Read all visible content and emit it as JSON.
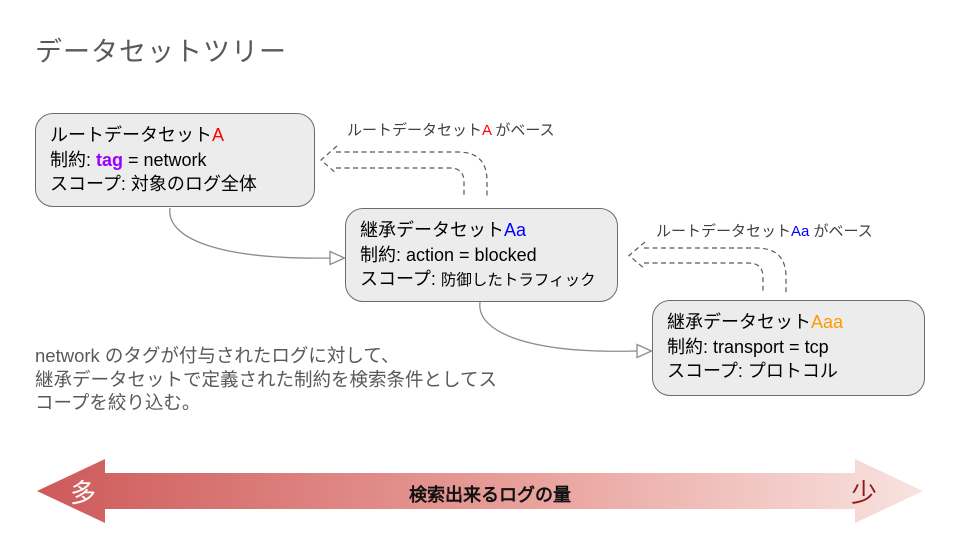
{
  "title": "データセットツリー",
  "boxes": [
    {
      "title_prefix": "ルートデータセット",
      "title_accent": "A",
      "accent_color": "#ff0000",
      "constraint_prefix": "制約: ",
      "constraint_key": "tag",
      "constraint_key_color": "#9900ff",
      "constraint_suffix": " = network",
      "scope_prefix": "スコープ: ",
      "scope_value": "対象のログ全体"
    },
    {
      "title_prefix": "継承データセット",
      "title_accent": "Aa",
      "accent_color": "#0000ff",
      "constraint_prefix": "制約: ",
      "constraint_key": "",
      "constraint_key_color": "#000000",
      "constraint_suffix": "action = blocked",
      "scope_prefix": "スコープ: ",
      "scope_value": "防御したトラフィック"
    },
    {
      "title_prefix": "継承データセット",
      "title_accent": "Aaa",
      "accent_color": "#ff9900",
      "constraint_prefix": "制約: ",
      "constraint_key": "",
      "constraint_key_color": "#000000",
      "constraint_suffix": "transport = tcp",
      "scope_prefix": "スコープ:  ",
      "scope_value": "プロトコル"
    }
  ],
  "base_labels": [
    {
      "prefix": "ルートデータセット",
      "accent": "A",
      "accent_color": "#ff0000",
      "suffix": " がベース"
    },
    {
      "prefix": "ルートデータセット",
      "accent": "Aa",
      "accent_color": "#0000ff",
      "suffix": " がベース"
    }
  ],
  "note": "network のタグが付与されたログに対して、\n継承データセットで定義された制約を検索条件としてス\nコープを絞り込む。",
  "volume_arrow": {
    "left_label": "多",
    "center_label": "検索出来るログの量",
    "right_label": "少",
    "left_label_color": "#ffffff",
    "right_label_color": "#8b1a1a",
    "gradient_start": "#cd5a5a",
    "gradient_mid": "#e9a09b",
    "gradient_end": "#f8e3e0"
  }
}
